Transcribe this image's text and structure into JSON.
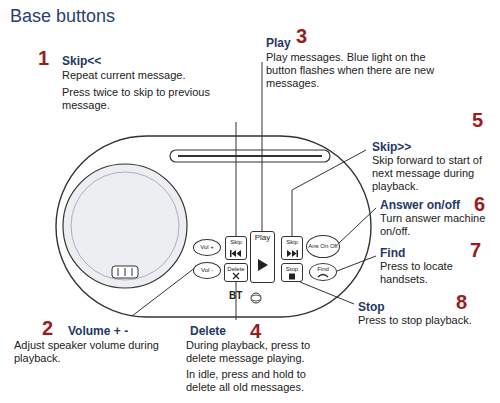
{
  "diagram": {
    "title": "Base buttons",
    "nodes": [
      {
        "text": [
          "BT"
        ]
      },
      {
        "text": [
          "Vol +"
        ],
        "in": 0
      },
      {
        "text": [
          "Vol -"
        ],
        "in": 0
      },
      {
        "text": [
          "Skip"
        ],
        "in": 0
      },
      {
        "text": [
          "Delete"
        ],
        "in": 0
      },
      {
        "text": [
          "Play"
        ],
        "in": 0
      },
      {
        "text": [
          "Skip"
        ],
        "in": 0
      },
      {
        "text": [
          "Stop"
        ],
        "in": 0
      },
      {
        "text": [
          "Ans On Off"
        ],
        "in": 0
      },
      {
        "text": [
          "Find"
        ],
        "in": 0
      }
    ],
    "labels": [
      "1",
      "Skip<<",
      "Repeat current message.",
      "Press twice to skip to previous message.",
      "3",
      "Play",
      "Play messages. Blue light on the button flashes when there are new messages.",
      "5",
      "Skip>>",
      "Skip forward to start of next message during playback.",
      "6",
      "Answer on/off",
      "Turn answer machine on/off.",
      "7",
      "Find",
      "Press to locate handsets.",
      "8",
      "Stop",
      "Press to stop playback.",
      "2",
      "Volume + -",
      "Adjust speaker volume during playback.",
      "Delete",
      "4",
      "During playback, press to delete message playing.",
      "In idle, press and hold to delete all old messages."
    ]
  }
}
